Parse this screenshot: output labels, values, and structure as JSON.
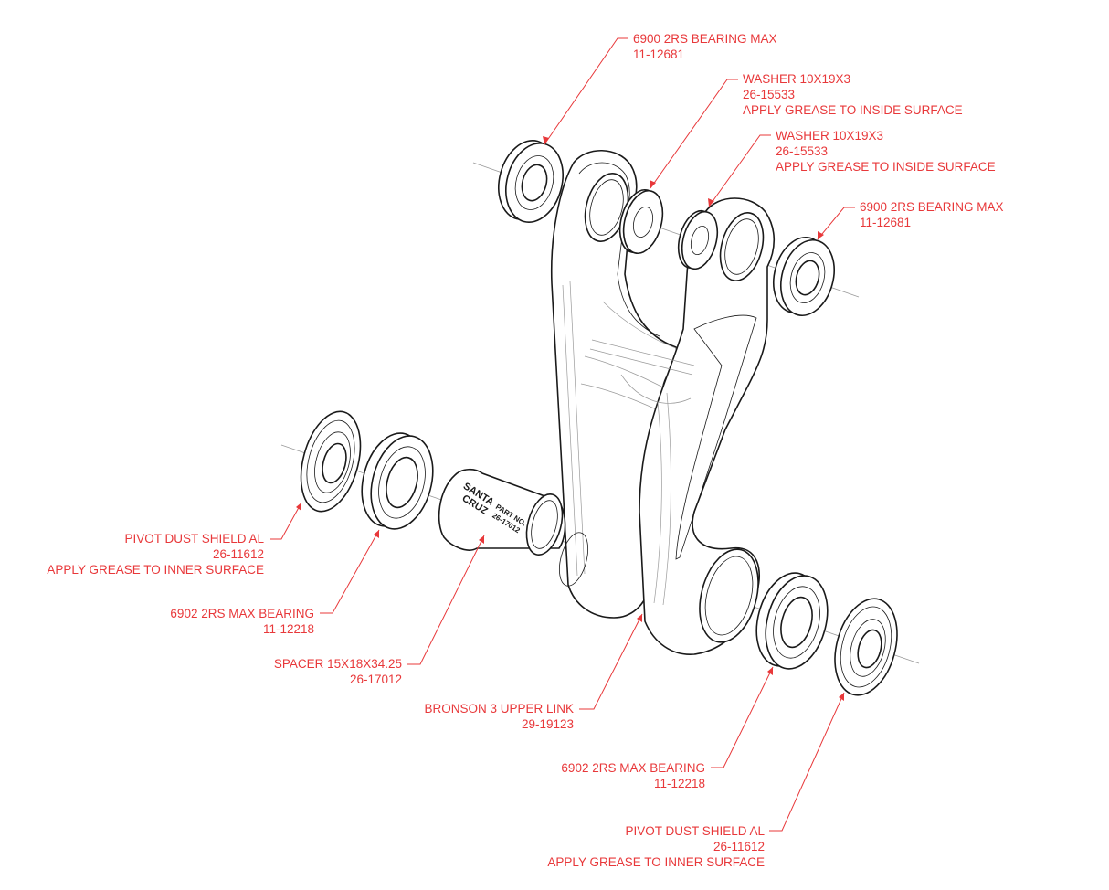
{
  "callouts": {
    "bearing_top_left": {
      "name": "6900 2RS BEARING MAX",
      "part": "11-12681"
    },
    "washer_left": {
      "name": "WASHER 10X19X3",
      "part": "26-15533",
      "note": "APPLY GREASE TO INSIDE SURFACE"
    },
    "washer_right": {
      "name": "WASHER 10X19X3",
      "part": "26-15533",
      "note": "APPLY GREASE TO INSIDE SURFACE"
    },
    "bearing_top_right": {
      "name": "6900 2RS BEARING MAX",
      "part": "11-12681"
    },
    "dust_shield_left": {
      "name": "PIVOT DUST SHIELD AL",
      "part": "26-11612",
      "note": "APPLY GREASE TO INNER SURFACE"
    },
    "bearing_bottom_left": {
      "name": "6902 2RS MAX BEARING",
      "part": "11-12218"
    },
    "spacer": {
      "name": "SPACER 15X18X34.25",
      "part": "26-17012"
    },
    "upper_link": {
      "name": "BRONSON 3 UPPER LINK",
      "part": "29-19123"
    },
    "bearing_bottom_right": {
      "name": "6902 2RS MAX BEARING",
      "part": "11-12218"
    },
    "dust_shield_right": {
      "name": "PIVOT DUST SHIELD AL",
      "part": "26-11612",
      "note": "APPLY GREASE TO INNER SURFACE"
    }
  },
  "spacer_logo": {
    "brand_line1": "SANTA",
    "brand_line2": "CRUZ",
    "label": "PART NO.",
    "number": "26-17012"
  },
  "colors": {
    "callout": "#e8383a",
    "linework": "#1a1a1a",
    "axis": "#9a9a9a"
  }
}
